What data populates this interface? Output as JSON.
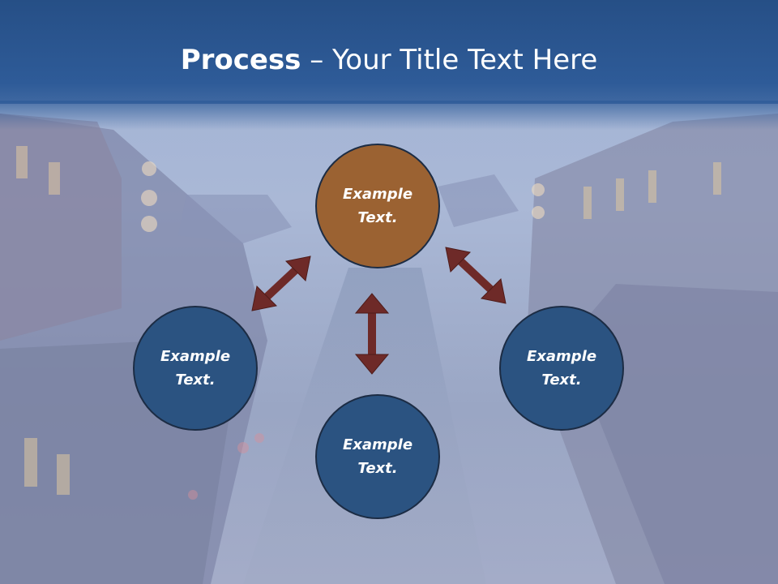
{
  "slide": {
    "title_bold": "Process",
    "title_rest": " – Your Title Text Here"
  },
  "nodes": {
    "top": "Example\nText.",
    "left": "Example\nText.",
    "right": "Example\nText.",
    "bottom": "Example\nText."
  },
  "colors": {
    "title_bar": "#2e5b98",
    "accent_circle": "#9b6232",
    "circle": "#2b5381",
    "arrow": "#6e2a28"
  }
}
